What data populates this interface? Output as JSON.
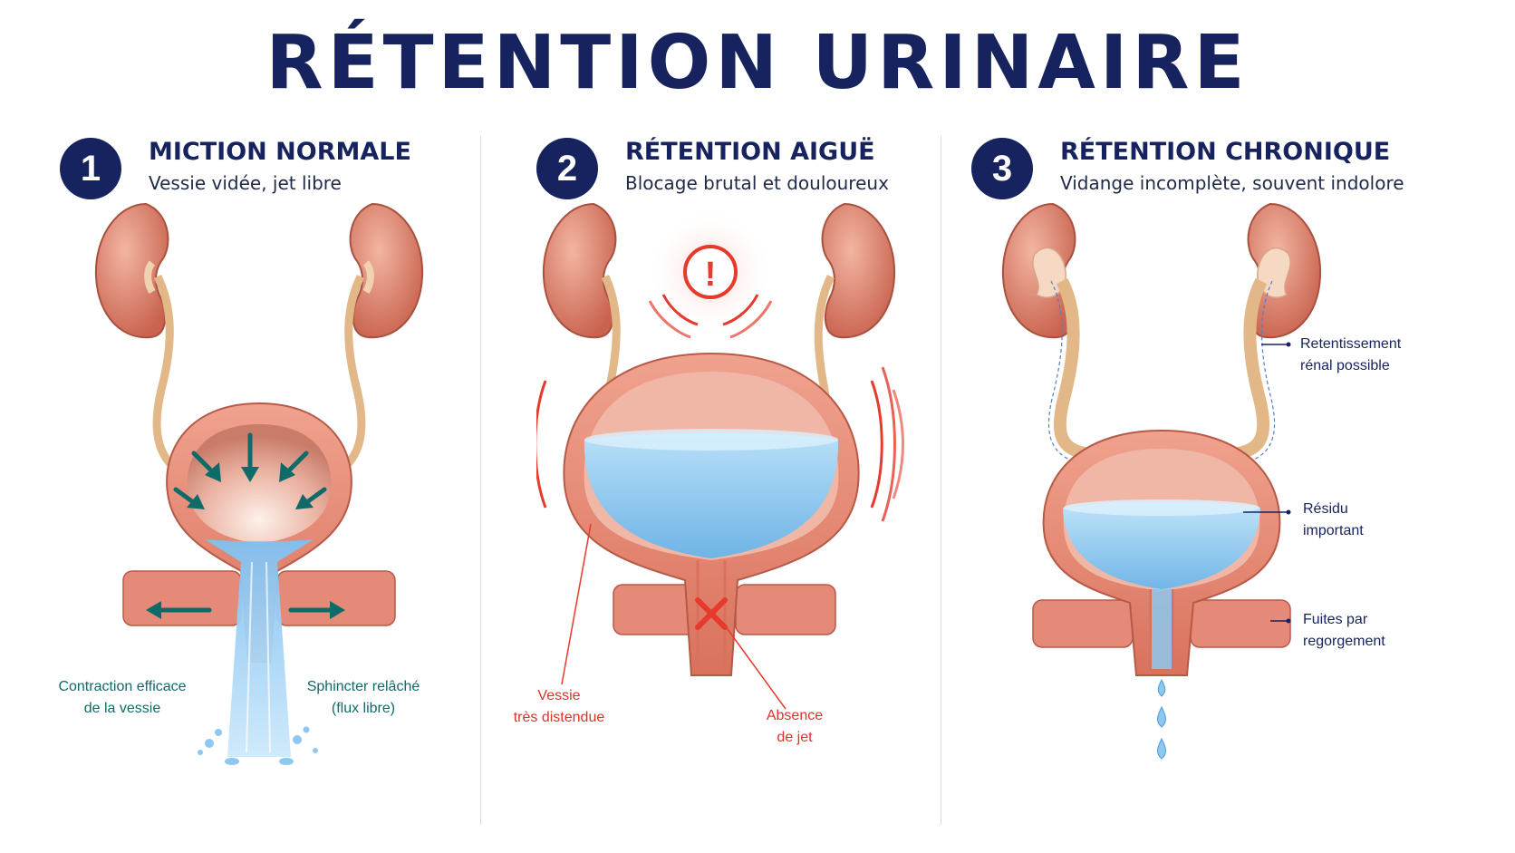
{
  "title": "RÉTENTION URINAIRE",
  "panels": [
    {
      "number": "1",
      "title": "MICTION NORMALE",
      "subtitle": "Vessie vidée, jet libre",
      "labels": [
        {
          "line1": "Contraction efficace",
          "line2": "de la vessie"
        },
        {
          "line1": "Sphincter relâché",
          "line2": "(flux libre)"
        }
      ]
    },
    {
      "number": "2",
      "title": "RÉTENTION AIGUË",
      "subtitle": "Blocage brutal et douloureux",
      "alert_symbol": "!",
      "labels": [
        {
          "line1": "Vessie",
          "line2": "très distendue"
        },
        {
          "line1": "Absence",
          "line2": "de jet"
        }
      ]
    },
    {
      "number": "3",
      "title": "RÉTENTION CHRONIQUE",
      "subtitle": "Vidange incomplète, souvent indolore",
      "labels": [
        {
          "line1": "Retentissement",
          "line2": "rénal possible"
        },
        {
          "line1": "Résidu",
          "line2": "important"
        },
        {
          "line1": "Fuites par",
          "line2": "regorgement"
        }
      ]
    }
  ],
  "colors": {
    "navy": "#16235e",
    "kidney": "#d9826e",
    "muscle": "#e58a78",
    "urine": "#8cc8ef",
    "alert": "#e53a2c",
    "teal": "#0f6b6a"
  },
  "icons": [
    "kidney-icon",
    "bladder-icon",
    "arrow-icon",
    "alert-icon",
    "cross-icon",
    "drop-icon"
  ]
}
